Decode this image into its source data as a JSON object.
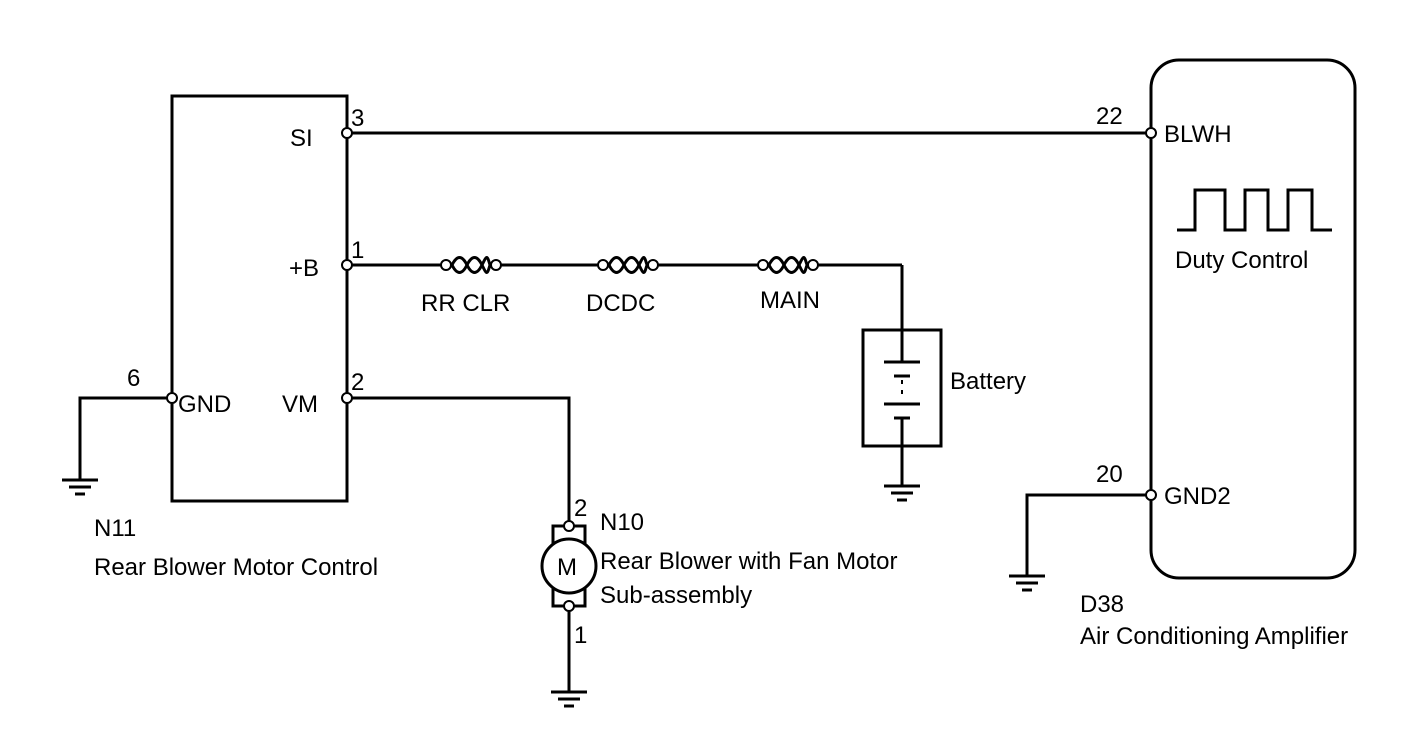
{
  "n11": {
    "code": "N11",
    "name": "Rear Blower Motor Control",
    "pins": {
      "si": {
        "label": "SI",
        "number": "3"
      },
      "b": {
        "label": "+B",
        "number": "1"
      },
      "vm": {
        "label": "VM",
        "number": "2"
      },
      "gnd": {
        "label": "GND",
        "number": "6"
      }
    }
  },
  "n10": {
    "code": "N10",
    "name_line1": "Rear Blower with Fan Motor",
    "name_line2": "Sub-assembly",
    "symbol": "M",
    "pin_top": "2",
    "pin_bottom": "1"
  },
  "d38": {
    "code": "D38",
    "name": "Air Conditioning Amplifier",
    "pins": {
      "blwh": {
        "label": "BLWH",
        "number": "22"
      },
      "gnd2": {
        "label": "GND2",
        "number": "20"
      }
    },
    "duty_label": "Duty Control"
  },
  "fuses": [
    "RR CLR",
    "DCDC",
    "MAIN"
  ],
  "battery_label": "Battery",
  "icons": [
    "fuse-icon",
    "battery-icon",
    "motor-icon",
    "ground-icon",
    "square-wave-icon"
  ]
}
